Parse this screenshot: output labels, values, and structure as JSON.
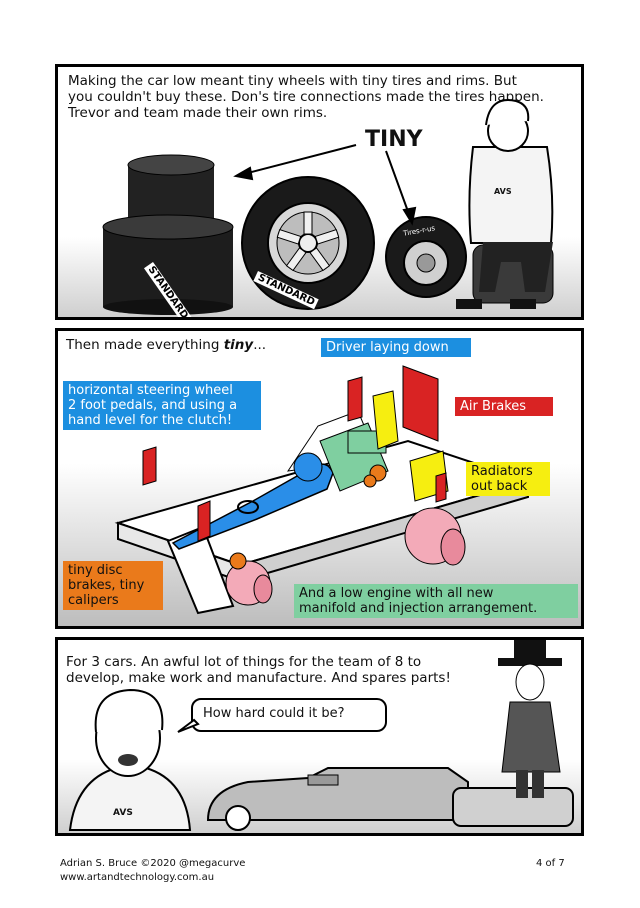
{
  "panel1": {
    "caption_line1": "Making the car low meant tiny wheels with tiny tires and rims. But",
    "caption_line2": "you couldn't buy these. Don's tire connections made the tires happen.",
    "caption_line3": "Trevor and team made their own rims.",
    "tiny_label": "TINY",
    "tire_label_1": "STANDARD",
    "tire_label_2": "STANDARD",
    "tire_label_small": "Tires-r-us",
    "shirt_text": "AVS"
  },
  "panel2": {
    "caption_prefix": "Then made everything ",
    "caption_emph": "tiny",
    "caption_suffix": "...",
    "driver_label": "Driver laying down",
    "steering_line1": "horizontal steering wheel",
    "steering_line2": "2 foot pedals, and using a",
    "steering_line3": "hand level for the clutch!",
    "airbrakes_label": "Air Brakes",
    "radiators_line1": "Radiators",
    "radiators_line2": "out back",
    "brakes_line1": "tiny disc",
    "brakes_line2": "brakes, tiny",
    "brakes_line3": "calipers",
    "engine_line1": "And a low engine with all new",
    "engine_line2": "manifold and injection arrangement."
  },
  "panel3": {
    "caption_line1": "For 3 cars. An awful lot of things for the team of 8 to",
    "caption_line2": "develop,  make work and manufacture. And spares parts!",
    "speech": "How hard could it be?",
    "shirt_text": "AVS"
  },
  "footer": {
    "credit": "Adrian S. Bruce ©2020 @megacurve",
    "website": "www.artandtechnology.com.au",
    "page": "4 of 7"
  },
  "colors": {
    "blue_tag": "#1c8fe0",
    "red_tag": "#d92323",
    "yellow_tag": "#f6ee10",
    "orange_tag": "#ea7a1b",
    "green_tag": "#7fcfa0"
  }
}
